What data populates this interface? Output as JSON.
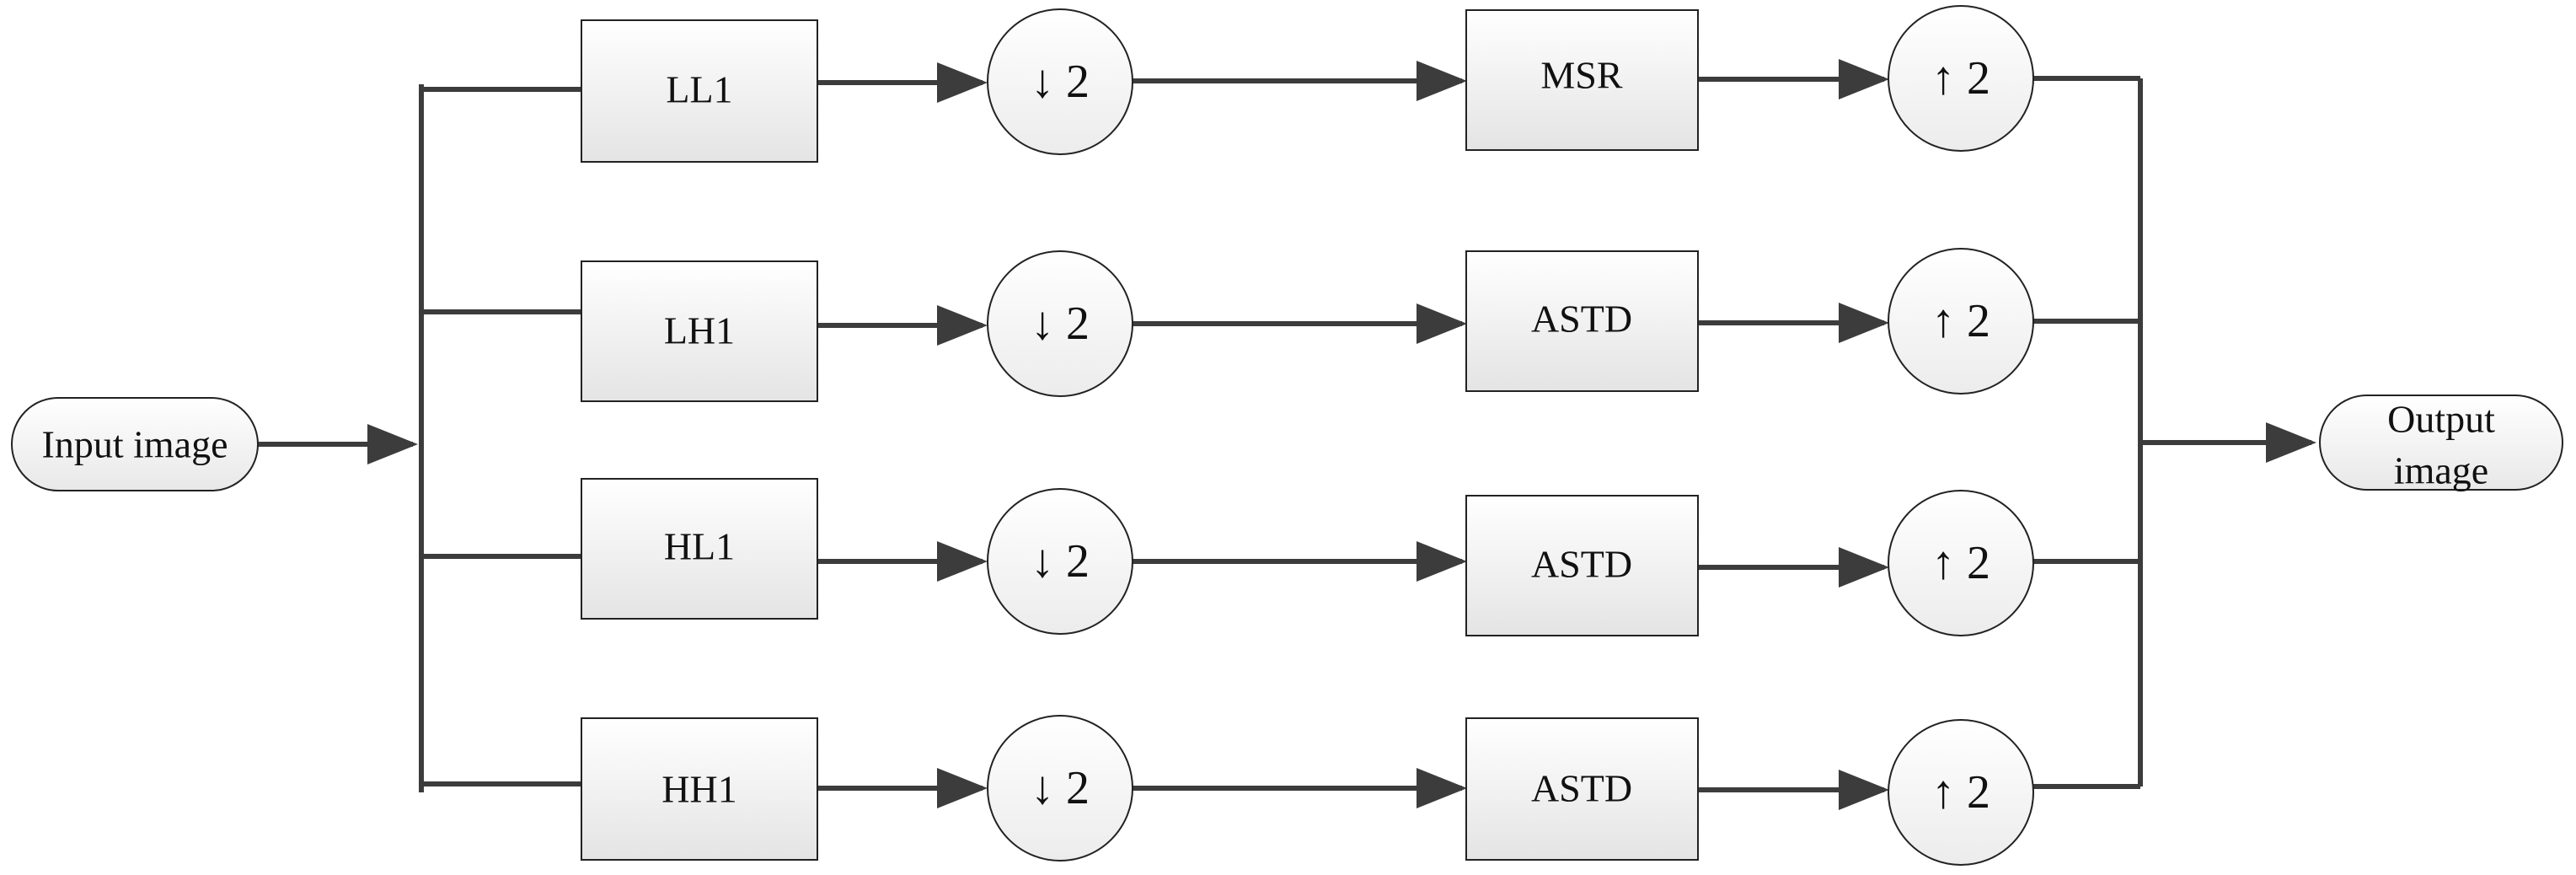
{
  "input": {
    "label": "Input image"
  },
  "output": {
    "label_line1": "Output",
    "label_line2": "image"
  },
  "rows": [
    {
      "subband": "LL1",
      "down": "↓ 2",
      "process": "MSR",
      "up": "↑ 2"
    },
    {
      "subband": "LH1",
      "down": "↓ 2",
      "process": "ASTD",
      "up": "↑ 2"
    },
    {
      "subband": "HL1",
      "down": "↓ 2",
      "process": "ASTD",
      "up": "↑ 2"
    },
    {
      "subband": "HH1",
      "down": "↓ 2",
      "process": "ASTD",
      "up": "↑ 2"
    }
  ],
  "colors": {
    "line": "#3c3c3c",
    "node_fill_top": "#ffffff",
    "node_fill_bottom": "#e6e6e6"
  }
}
